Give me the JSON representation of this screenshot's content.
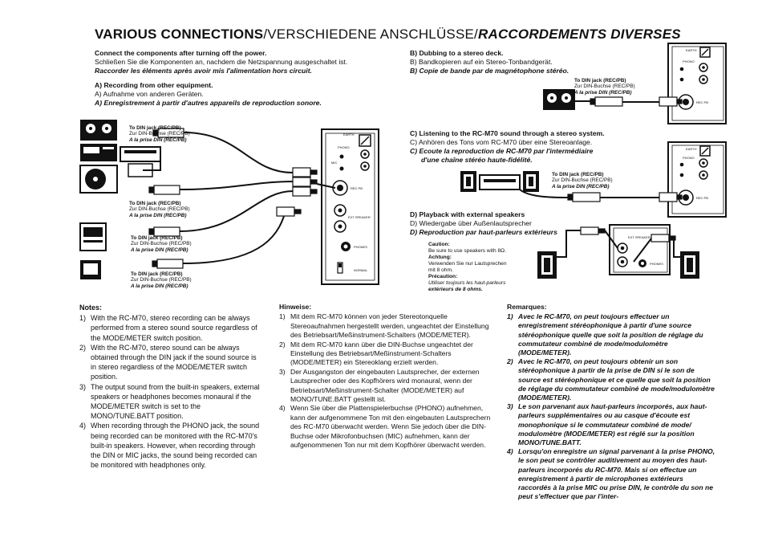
{
  "title": {
    "en": "VARIOUS CONNECTIONS",
    "de": "/VERSCHIEDENE ANSCHLÜSSE/",
    "fr": "RACCORDEMENTS DIVERSES"
  },
  "intro": {
    "en": "Connect the components after turning off the power.",
    "de": "Schließen Sie die Komponenten an, nachdem die Netzspannung ausgeschaltet ist.",
    "fr": "Raccorder les éléments après avoir mis l'alimentation hors circuit."
  },
  "sectionA": {
    "en": "A) Recording from other equipment.",
    "de": "A) Aufnahme von anderen Geräten.",
    "fr": "A) Enregistrement à partir d'autres appareils de reproduction sonore."
  },
  "sectionB": {
    "en": "B) Dubbing to a stereo deck.",
    "de": "B) Bandkopieren auf ein Stereo-Tonbandgerät.",
    "fr": "B) Copie de bande par de magnétophone stéréo."
  },
  "sectionC": {
    "en": "C) Listening to the RC-M70 sound through a stereo system.",
    "de": "C) Anhören des Tons vom RC-M70 über eine Stereoanlage.",
    "fr1": "C) Ecoute la reproduction de RC-M70 par l'intermédiaire",
    "fr2": "d'une chaîne stéréo haute-fidélité."
  },
  "sectionD": {
    "en": "D) Playback with external speakers",
    "de": "D) Wiedergabe über Außenlautsprecher",
    "fr": "D) Reproduction par haut-parleurs extérieurs"
  },
  "din_label": {
    "en": "To DIN jack (REC/PB)",
    "de": "Zur DIN-Buchse (REC/PB)",
    "fr": "A la prise DIN (REC/PB)"
  },
  "caution": {
    "h_en": "Caution:",
    "en": "Be sure to use speakers with 8Ω.",
    "h_de": "Achtung:",
    "de1": "Verwenden Sie nur Lautsprechen",
    "de2": "mit 8 ohm.",
    "h_fr": "Précaution:",
    "fr1": "Utiliser toujours les haut-parleurs",
    "fr2": "extérieurs de 8 ohms."
  },
  "panel_labels": {
    "earth": "EARTH",
    "phono": "PHONO",
    "mic": "MIC",
    "rec_pb": "REC PB",
    "ext_speaker": "EXT SPEAKER",
    "phones": "PHONES",
    "normal": "NORMAL"
  },
  "notes": {
    "heading": "Notes:",
    "items": [
      {
        "n": "1)",
        "text": "With the RC-M70, stereo recording can be always performed from a stereo sound source regardless of the MODE/METER switch position."
      },
      {
        "n": "2)",
        "text": "With the RC-M70, stereo sound can be always obtained through the DIN jack if the sound source is in stereo regardless of the MODE/METER switch position."
      },
      {
        "n": "3)",
        "text": "The output sound from the built-in speakers, external speakers or headphones becomes monaural if the MODE/METER switch is set to the MONO/TUNE.BATT position."
      },
      {
        "n": "4)",
        "text": "When recording through the PHONO jack, the sound being recorded can be monitored with the RC-M70's built-in speakers. However, when recording through the DIN or MIC jacks, the sound being recorded can be monitored with headphones only."
      }
    ]
  },
  "hinweise": {
    "heading": "Hinweise:",
    "items": [
      {
        "n": "1)",
        "text": "Mit dem RC-M70 können von jeder Stereotonquelle Stereoaufnahmen hergestellt werden, ungeachtet der Einstellung des Betriebsart/Meßinstrument-Schalters (MODE/METER)."
      },
      {
        "n": "2)",
        "text": "Mit dem RC-M70 kann über die DIN-Buchse ungeachtet der Einstellung des Betriebsart/Meßinstrument-Schalters (MODE/METER) ein Stereoklang erzielt werden."
      },
      {
        "n": "3)",
        "text": "Der Ausgangston der eingebauten Lautsprecher, der externen Lautsprecher oder des Kopfhörers wird monaural, wenn der Betriebsart/Meßinstrument-Schalter (MODE/METER) auf MONO/TUNE.BATT gestellt ist."
      },
      {
        "n": "4)",
        "text": "Wenn Sie über die Plattenspielerbuchse (PHONO) aufnehmen, kann der aufgenommene Ton mit den eingebauten Lautsprechern des RC-M70 überwacht werden. Wenn Sie jedoch über die DIN-Buchse oder Mikrofonbuchsen (MIC) aufnehmen, kann der aufgenommenen Ton nur mit dem Kopfhörer überwacht werden."
      }
    ]
  },
  "remarques": {
    "heading": "Remarques:",
    "items": [
      {
        "n": "1)",
        "text": "Avec le RC-M70, on peut toujours effectuer un enregistrement stéréophonique à partir d'une source stéréophonique quelle que soit la position de réglage du commutateur combiné de mode/modulomètre (MODE/METER)."
      },
      {
        "n": "2)",
        "text": "Avec le RC-M70, on peut toujours obtenir un son stéréophonique à partir de la prise de DIN si le son de source est stéréophonique et ce quelle que soit la position de réglage du commutateur combiné de mode/modulomètre (MODE/METER)."
      },
      {
        "n": "3)",
        "text": "Le son parvenant aux haut-parleurs incorporés, aux haut-parleurs supplémentaires ou au casque d'écoute est monophonique si le commutateur combiné de mode/ modulomètre (MODE/METER) est réglé sur la position MONO/TUNE.BATT."
      },
      {
        "n": "4)",
        "text": "Lorsqu'on enregistre un signal parvenant à la prise PHONO, le son peut se contrôler auditivement au moyen des haut-parleurs incorporés du RC-M70. Mais si on effectue un enregistrement à partir de microphones extérieurs raccordés à la prise MIC ou prise DIN, le contrôle du son ne peut s'effectuer que par l'inter-"
      }
    ]
  }
}
